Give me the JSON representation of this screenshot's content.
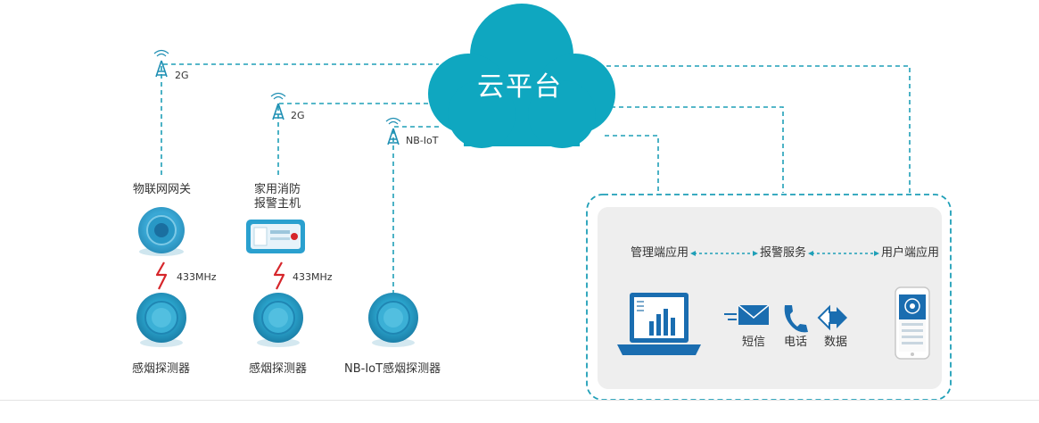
{
  "cloud": {
    "label": "云平台"
  },
  "towers": [
    {
      "network": "2G"
    },
    {
      "network": "2G"
    },
    {
      "network": "NB-IoT"
    }
  ],
  "devices": {
    "gateway": "物联网网关",
    "host_line1": "家用消防",
    "host_line2": "报警主机",
    "freq1": "433MHz",
    "freq2": "433MHz",
    "detector1": "感烟探测器",
    "detector2": "感烟探测器",
    "detector3": "NB-IoT感烟探测器"
  },
  "services": {
    "admin_app": "管理端应用",
    "alarm_service": "报警服务",
    "user_app": "用户端应用",
    "sms": "短信",
    "phone": "电话",
    "data": "数据"
  },
  "colors": {
    "teal": "#0fa7c0",
    "dash": "#1f9fb7",
    "blue": "#1a6db0",
    "panel": "#eeeeee",
    "bolt": "#d6262b"
  }
}
